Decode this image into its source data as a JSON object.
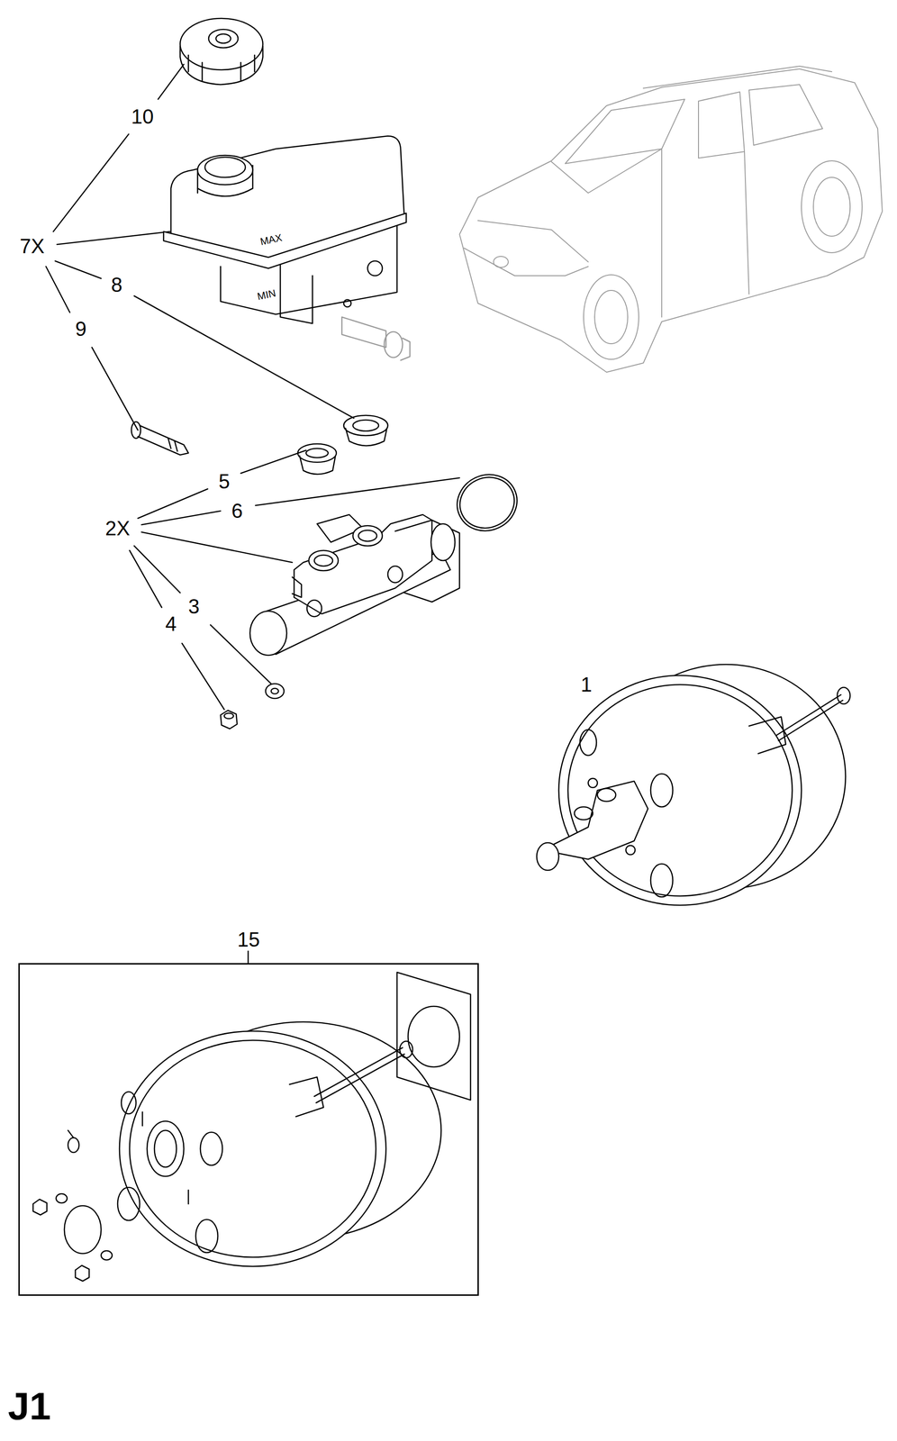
{
  "diagram": {
    "nodes": [
      {
        "text": [
          "15"
        ]
      }
    ],
    "labels": [
      "10",
      "7X",
      "8",
      "9",
      "5",
      "2X",
      "6",
      "3",
      "4",
      "1",
      "J1",
      "MAX",
      "MIN"
    ]
  }
}
